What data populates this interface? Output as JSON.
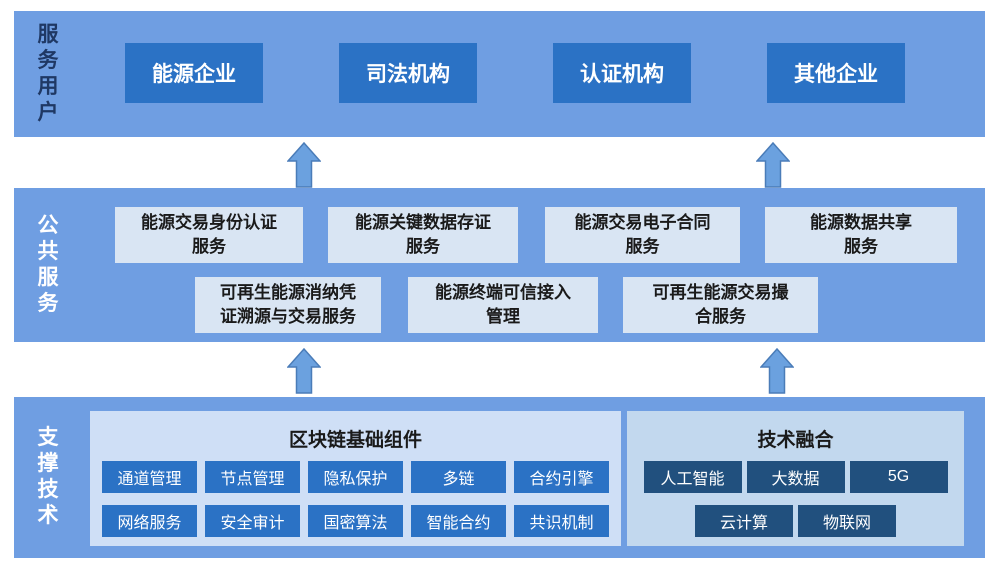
{
  "colors": {
    "band_bg": "#6F9EE2",
    "dark_box": "#2B72C5",
    "pale_box": "#D9E5F3",
    "panel_blockchain_bg": "#CFDFF6",
    "panel_fusion_bg": "#C2D8EE",
    "fusion_btn": "#21507E",
    "arrow_fill": "#6BA1DF",
    "arrow_stroke": "#4A7CB8",
    "label_navy": "#1F3864",
    "text_dark": "#1A1A1A"
  },
  "bands": {
    "users": {
      "label": "服务用户",
      "boxes": [
        "能源企业",
        "司法机构",
        "认证机构",
        "其他企业"
      ]
    },
    "services": {
      "label": "公共服务",
      "row1": [
        "能源交易身份认证\n服务",
        "能源关键数据存证\n服务",
        "能源交易电子合同\n服务",
        "能源数据共享\n服务"
      ],
      "row2": [
        "可再生能源消纳凭\n证溯源与交易服务",
        "能源终端可信接入\n管理",
        "可再生能源交易撮\n合服务"
      ]
    },
    "tech": {
      "label": "支撑技术",
      "blockchain": {
        "title": "区块链基础组件",
        "row1": [
          "通道管理",
          "节点管理",
          "隐私保护",
          "多链",
          "合约引擎"
        ],
        "row2": [
          "网络服务",
          "安全审计",
          "国密算法",
          "智能合约",
          "共识机制"
        ]
      },
      "fusion": {
        "title": "技术融合",
        "row1": [
          "人工智能",
          "大数据",
          "5G"
        ],
        "row2": [
          "云计算",
          "物联网"
        ]
      }
    }
  }
}
